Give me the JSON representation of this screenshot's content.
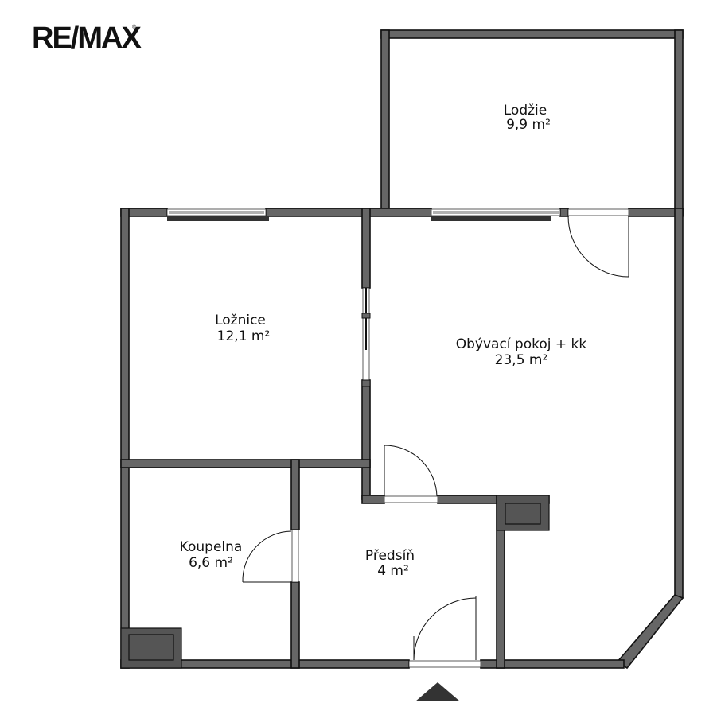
{
  "logo": {
    "text": "RE/MAX",
    "registered_mark": "®"
  },
  "rooms": [
    {
      "name": "Lodžie",
      "area": "9,9 m²"
    },
    {
      "name": "Ložnice",
      "area": "12,1 m²"
    },
    {
      "name": "Obývací pokoj + kk",
      "area": "23,5 m²"
    },
    {
      "name": "Koupelna",
      "area": "6,6 m²"
    },
    {
      "name": "Předsíň",
      "area": "4 m²"
    }
  ],
  "colors": {
    "wall": "#666666",
    "outline": "#111111",
    "background": "#ffffff"
  }
}
